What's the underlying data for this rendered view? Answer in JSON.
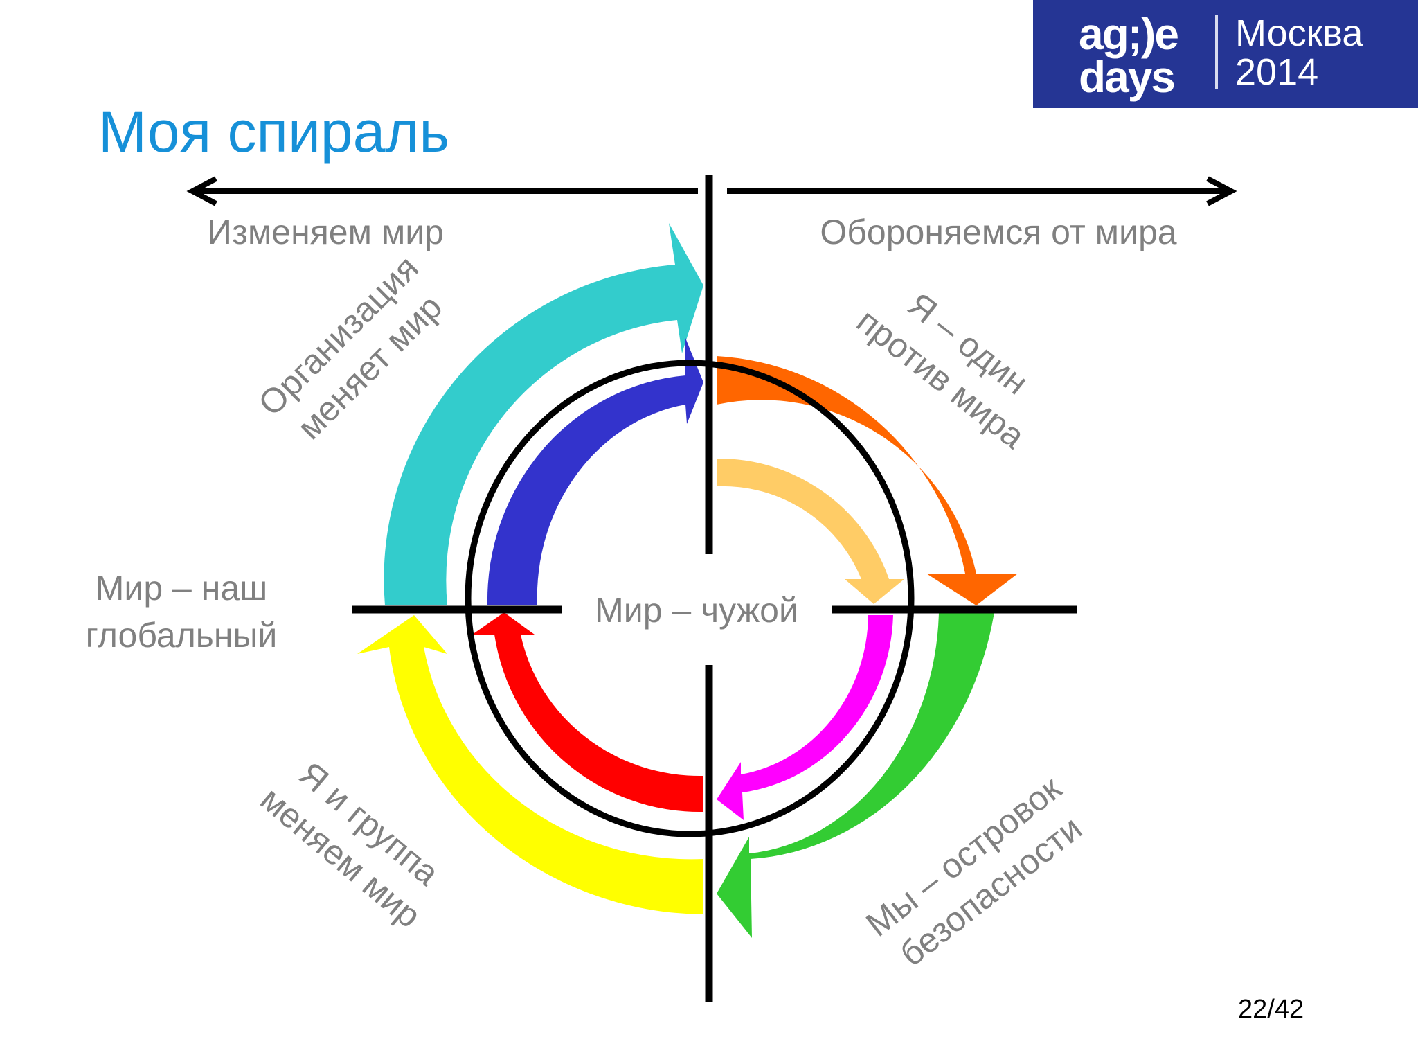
{
  "brand": {
    "logo_line1": "ag;)e",
    "logo_line2": "days",
    "city": "Москва",
    "year": "2014",
    "background": "#253594"
  },
  "title": "Моя спираль",
  "axes": {
    "left_direction": "Изменяем мир",
    "right_direction": "Обороняемся от мира"
  },
  "labels": {
    "center": "Мир – чужой",
    "left_line1": "Мир – наш",
    "left_line2": "глобальный",
    "top_left_line1": "Организация",
    "top_left_line2": "меняет мир",
    "top_right_line1": "Я – один",
    "top_right_line2": "против мира",
    "bottom_left_line1": "Я и группа",
    "bottom_left_line2": "меняем мир",
    "bottom_right_line1": "Мы – островок",
    "bottom_right_line2": "безопасности"
  },
  "colors": {
    "title": "#1690d8",
    "label": "#808080",
    "cyan": "#33cccc",
    "blue": "#3333cc",
    "orange": "#ff6600",
    "light_orange": "#ffcc66",
    "magenta": "#ff00ff",
    "green": "#33cc33",
    "red": "#ff0000",
    "yellow": "#ffff00"
  },
  "page_number": "22/42"
}
